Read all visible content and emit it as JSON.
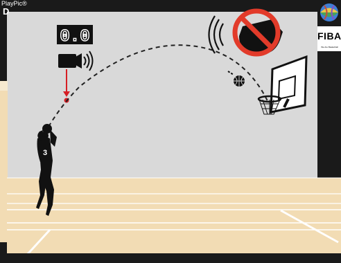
{
  "brand": "PlayPic®",
  "panel_letter": "D",
  "shot_clock": "0.0",
  "logo": {
    "name": "FIBA",
    "tagline": "We Are Basketball"
  },
  "player": {
    "jersey_number": "3"
  },
  "colors": {
    "frame": "#1a1a1a",
    "wall": "#d9d9d9",
    "floor": "#f2dcb4",
    "court_lines": "#ffffff",
    "silhouette": "#111111",
    "prohibition": "#e23b2a",
    "marker": "#d61e24",
    "trajectory": "#222222"
  },
  "icons": [
    "shot-clock-display",
    "camera-icon",
    "sound-waves-icon",
    "no-whistle-icon",
    "fiba-logo",
    "basketball-icon",
    "basket-icon"
  ]
}
